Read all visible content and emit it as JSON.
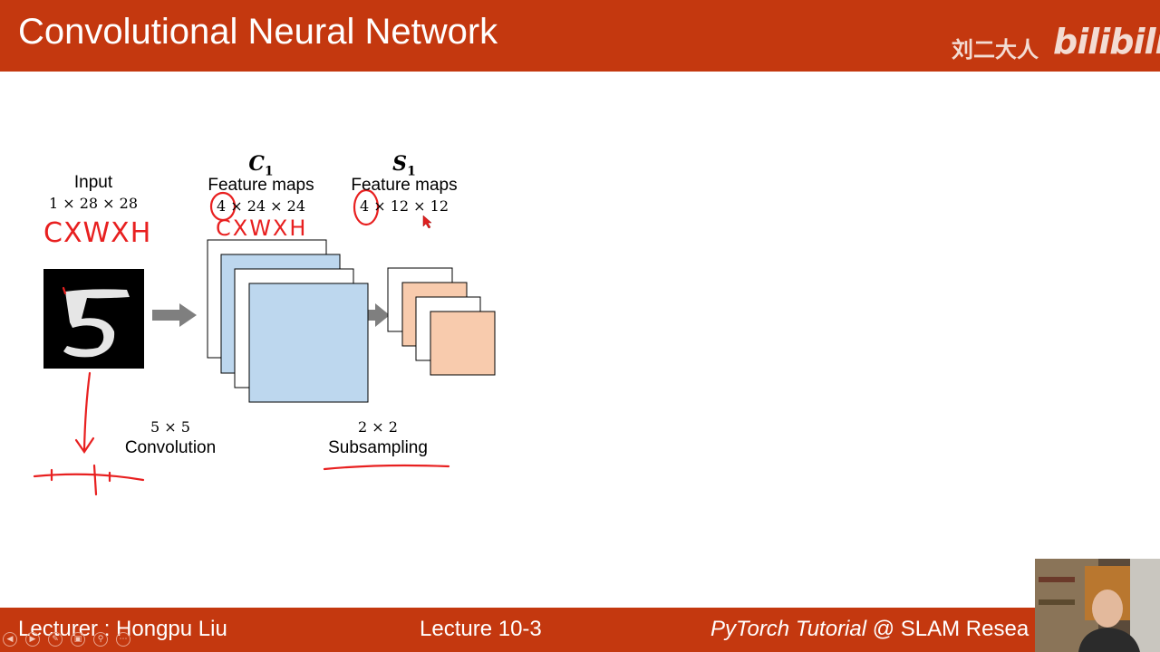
{
  "slide": {
    "title": "Convolutional Neural Network",
    "watermark": {
      "name": "刘二大人",
      "logo": "bilibili"
    }
  },
  "diagram": {
    "input": {
      "heading": "Input",
      "dims": "1 × 28 × 28"
    },
    "c1": {
      "symbol": "C",
      "subscript": "1",
      "heading": "Feature maps",
      "dims": "4 × 24 × 24"
    },
    "s1": {
      "symbol": "S",
      "subscript": "1",
      "heading": "Feature maps",
      "dims": "4 × 12 × 12"
    },
    "conv_op": {
      "size": "5 × 5",
      "name": "Convolution"
    },
    "pool_op": {
      "size": "2 × 2",
      "name": "Subsampling"
    },
    "annotations": {
      "note_input": "CXWXH",
      "note_c1": "CXWXH"
    }
  },
  "footer": {
    "lecturer": "Lecturer : Hongpu Liu",
    "lecture": "Lecture 10-3",
    "course_italic": "PyTorch Tutorial",
    "course_rest": " @ SLAM Resea"
  },
  "colors": {
    "accent": "#c4380f",
    "feature_blue": "#bdd7ee",
    "feature_orange": "#f8cbad",
    "ink": "#e82020"
  },
  "icons": [
    "prev-slide-icon",
    "next-slide-icon",
    "pen-icon",
    "slides-icon",
    "zoom-icon",
    "more-icon"
  ]
}
